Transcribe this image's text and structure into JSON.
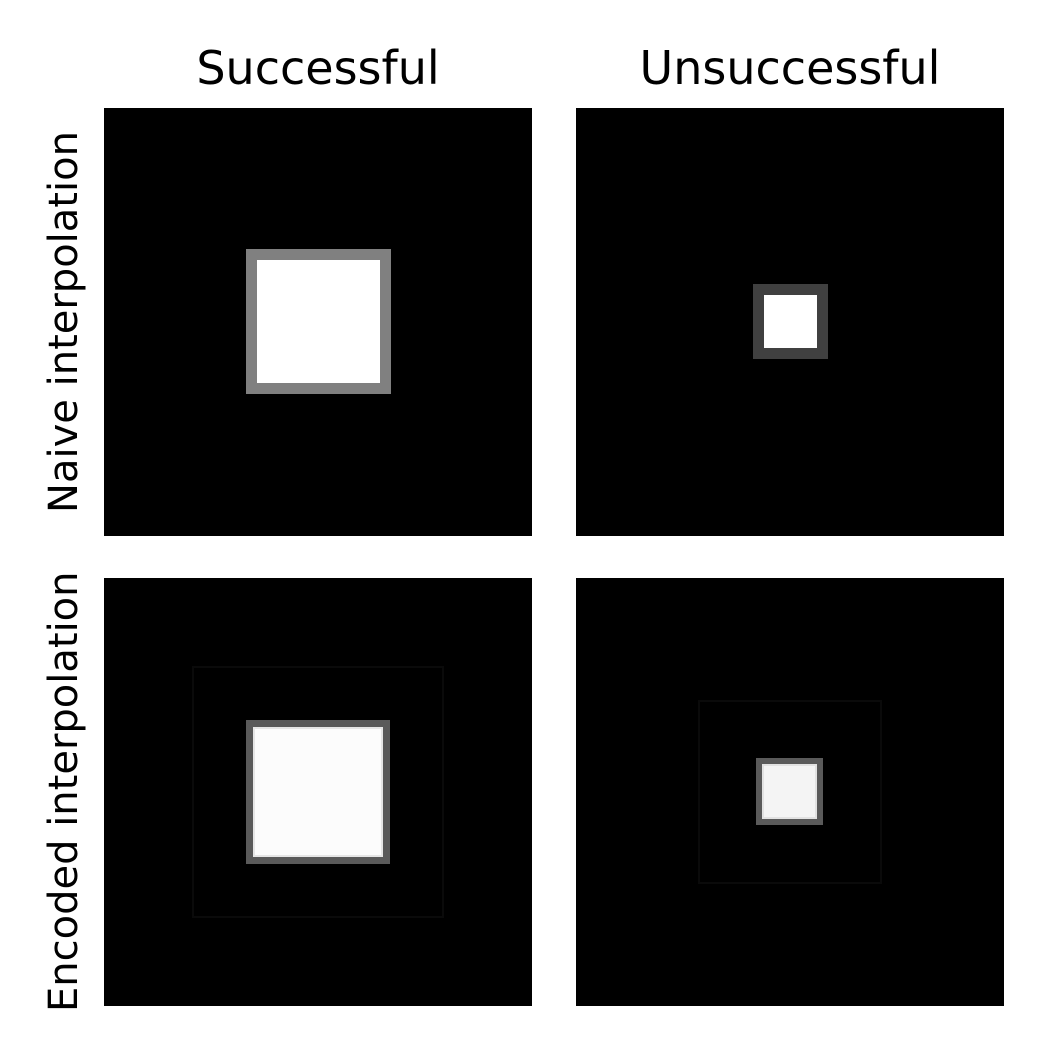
{
  "columns": [
    {
      "label": "Successful"
    },
    {
      "label": "Unsuccessful"
    }
  ],
  "rows": [
    {
      "label": "Naive interpolation"
    },
    {
      "label": "Encoded interpolation"
    }
  ],
  "colors": {
    "background": "#ffffff",
    "panel": "#000000",
    "square_fill": "#ffffff",
    "naive_successful_border": "#808080",
    "naive_unsuccessful_border": "#404040",
    "encoded_border": "#5a5a5a",
    "encoded_halo": "#0a0a0a"
  }
}
